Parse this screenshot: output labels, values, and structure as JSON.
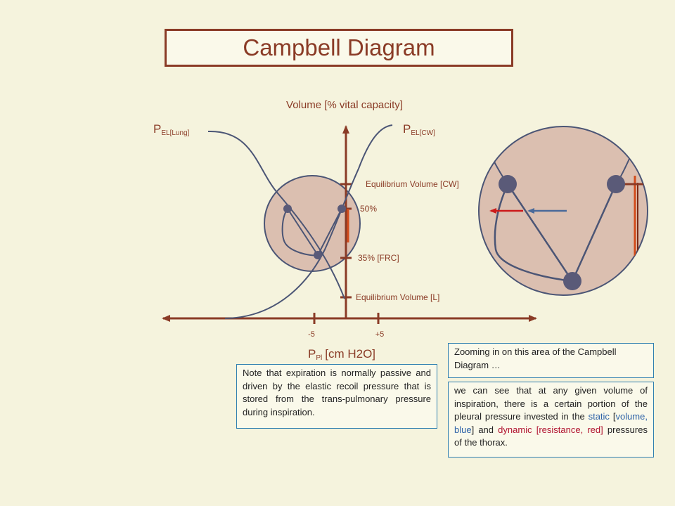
{
  "title": "Campbell Diagram",
  "axes": {
    "y_label": "Volume [% vital capacity]",
    "x_label_main": "P",
    "x_label_sub": "Pl",
    "x_label_unit": "[cm H2O]",
    "x_ticks": [
      "-5",
      "+5"
    ]
  },
  "curves": {
    "lung_label_main": "P",
    "lung_label_sub": "EL[Lung]",
    "cw_label_main": "P",
    "cw_label_sub": "EL[CW]"
  },
  "volume_marks": {
    "eq_cw": "Equilibrium Volume [CW]",
    "fifty": "50%",
    "frc": "35% [FRC]",
    "eq_l": "Equilibrium Volume [L]"
  },
  "notes": {
    "note1": "Note that expiration is normally passive and driven by the elastic recoil pressure that is stored from the trans-pulmonary pressure during inspiration.",
    "note2": "Zooming in on this area of the Campbell Diagram …",
    "note3": {
      "part1": "we can see that at any given volume of inspiration, there is a certain portion of the pleural pressure invested in the",
      "static": "static",
      "open": "[",
      "volume_blue": "volume, blue",
      "mid": "] and",
      "dynamic": "dynamic",
      "resistance_red": "[resistance, red]",
      "end": "pressures of the thorax."
    }
  },
  "colors": {
    "axis": "#8a3b26",
    "curve": "#4b5575",
    "circle_fill": "#dbbfb0",
    "dot": "#5a5a78",
    "red_arrow": "#cc1a1a",
    "blue_arrow": "#4a6a9a",
    "orange_line": "#d24c1c",
    "note_border": "#2f7fb0"
  }
}
